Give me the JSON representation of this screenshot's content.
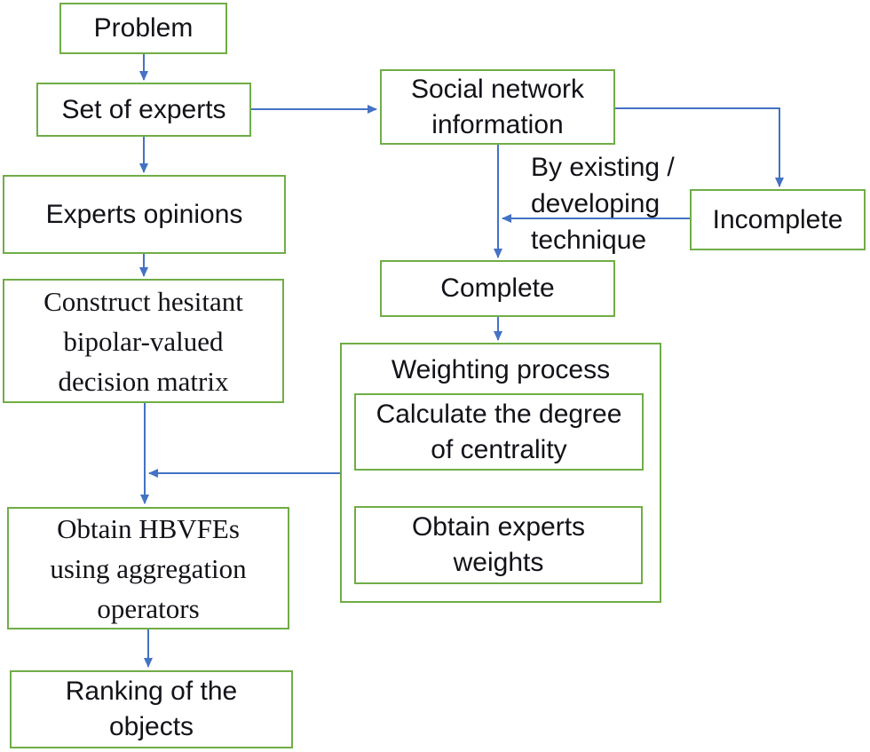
{
  "figure": {
    "type": "flowchart",
    "nodes": {
      "problem": "Problem",
      "set_of_experts": "Set of experts",
      "experts_opinions": "Experts opinions",
      "decision_matrix": "Construct hesitant\nbipolar-valued\ndecision matrix",
      "obtain_hbvfes": "Obtain HBVFEs\nusing aggregation\noperators",
      "ranking": "Ranking of the\nobjects",
      "social_network": "Social network\ninformation",
      "incomplete": "Incomplete",
      "complete": "Complete",
      "weighting_process": "Weighting process",
      "calculate_centrality": "Calculate the degree\nof centrality",
      "obtain_weights": "Obtain experts\nweights"
    },
    "edge_label": "By existing /\ndeveloping\ntechnique",
    "edges": [
      {
        "from": "problem",
        "to": "set_of_experts"
      },
      {
        "from": "set_of_experts",
        "to": "experts_opinions"
      },
      {
        "from": "set_of_experts",
        "to": "social_network"
      },
      {
        "from": "experts_opinions",
        "to": "decision_matrix"
      },
      {
        "from": "social_network",
        "to": "complete"
      },
      {
        "from": "social_network",
        "to": "incomplete"
      },
      {
        "from": "incomplete",
        "to": "complete",
        "label": "By existing / developing technique"
      },
      {
        "from": "complete",
        "to": "weighting_process"
      },
      {
        "from": "weighting_process",
        "to": "obtain_hbvfes"
      },
      {
        "from": "decision_matrix",
        "to": "obtain_hbvfes"
      },
      {
        "from": "obtain_hbvfes",
        "to": "ranking"
      }
    ],
    "colors": {
      "border": "#70AD47",
      "arrow": "#4472C4",
      "text": "#121218",
      "background": "#FFFFFF"
    }
  }
}
